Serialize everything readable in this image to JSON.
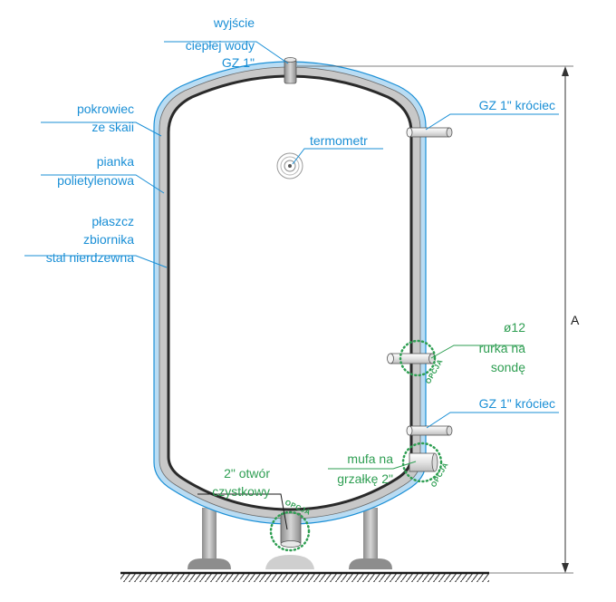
{
  "colors": {
    "label_blue": "#1a8fd6",
    "label_green": "#2e9e52",
    "outer_jacket": "#b9dcf3",
    "insulation": "#c8c8c8",
    "steel": "#2a2a2a",
    "dimension_line": "#333333"
  },
  "labels": {
    "outlet": [
      "wyjście",
      "ciepłej wody",
      "GZ 1\""
    ],
    "cover": [
      "pokrowiec",
      "ze skaii"
    ],
    "foam": [
      "pianka",
      "polietylenowa"
    ],
    "shell": [
      "płaszcz",
      "zbiornika",
      "stal nierdzewna"
    ],
    "thermometer": "termometr",
    "connector_top": "GZ 1\" króciec",
    "probe_tube": [
      "ø12",
      "rurka na",
      "sondę"
    ],
    "connector_bottom": "GZ 1\" króciec",
    "heater_socket": [
      "mufa na",
      "grzałkę 2\""
    ],
    "cleaning_hole": [
      "2\" otwór",
      "czystkowy"
    ],
    "option_badge": "OPCJA",
    "dimension": "A"
  }
}
